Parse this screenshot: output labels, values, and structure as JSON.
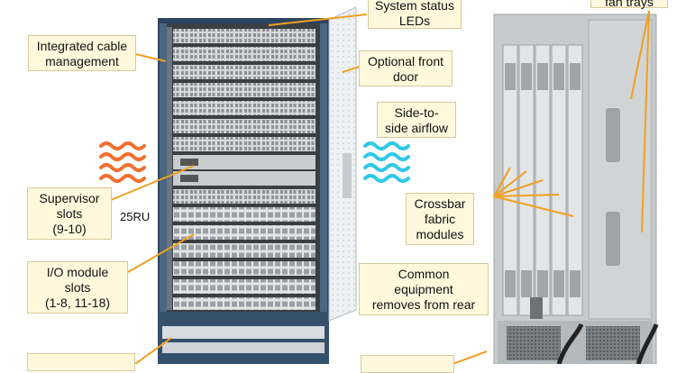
{
  "callouts": {
    "system_status_line1": "System status",
    "system_status_line2": "LEDs",
    "fan_trays": "fan trays",
    "integrated_cable_line1": "Integrated cable",
    "integrated_cable_line2": "management",
    "front_door_line1": "Optional front",
    "front_door_line2": "door",
    "airflow_line1": "Side-to-",
    "airflow_line2": "side airflow",
    "supervisor_line1": "Supervisor",
    "supervisor_line2": "slots",
    "supervisor_line3": "(9-10)",
    "io_line1": "I/O module",
    "io_line2": "slots",
    "io_line3": "(1-8, 11-18)",
    "crossbar_line1": "Crossbar",
    "crossbar_line2": "fabric",
    "crossbar_line3": "modules",
    "common_line1": "Common",
    "common_line2": "equipment",
    "common_line3": "removes from rear",
    "rack_units": "25RU"
  },
  "colors": {
    "callout_bg": "#fff8dc",
    "leader_line": "#f0a020",
    "hot_air": "#f07030",
    "cool_air": "#30c8e8",
    "chassis_frame": "#2d4560",
    "chassis_rear": "#c8cbcc"
  }
}
